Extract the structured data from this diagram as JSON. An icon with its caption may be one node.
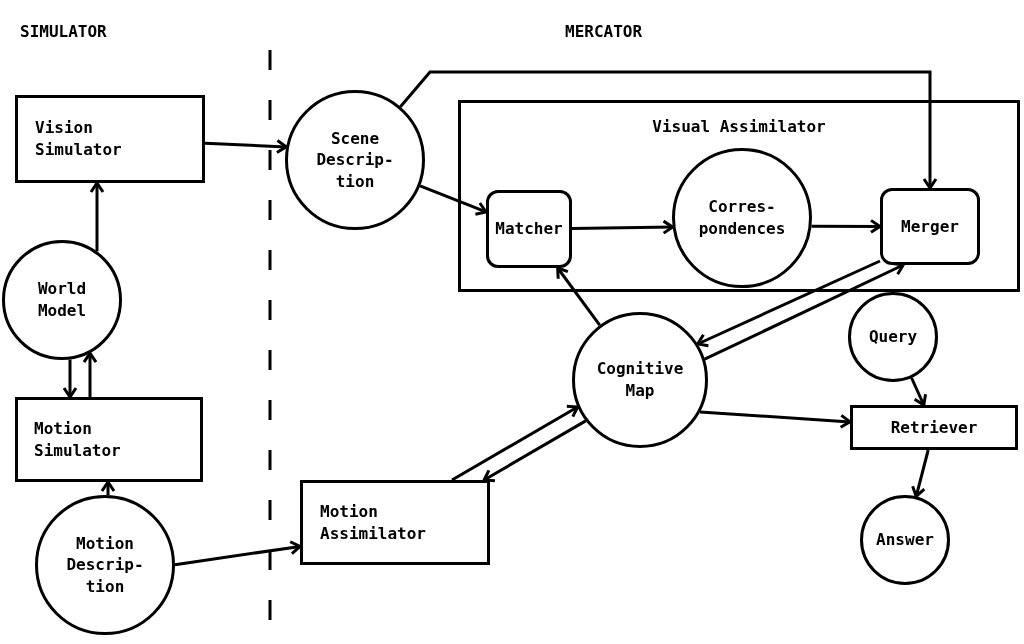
{
  "diagram": {
    "nodes": [
      {
        "text": [
          "Vision Simulator"
        ]
      },
      {
        "text": [
          "Scene Descrip- tion"
        ]
      },
      {
        "text": [
          "Visual Assimilator"
        ]
      },
      {
        "text": [
          "Matcher"
        ],
        "in": 2
      },
      {
        "text": [
          "Corres- pondences"
        ],
        "in": 2
      },
      {
        "text": [
          "Merger"
        ],
        "in": 2
      },
      {
        "text": [
          "World Model"
        ]
      },
      {
        "text": [
          "Query"
        ]
      },
      {
        "text": [
          "Cognitive Map"
        ]
      },
      {
        "text": [
          "Motion Simulator"
        ]
      },
      {
        "text": [
          "Retriever"
        ]
      },
      {
        "text": [
          "Motion Assimilator"
        ]
      },
      {
        "text": [
          "Motion Descrip- tion"
        ]
      },
      {
        "text": [
          "Answer"
        ]
      }
    ],
    "edges": [
      {
        "from": 0,
        "to": 1,
        "arrow": "to"
      },
      {
        "from": 1,
        "to": 5,
        "arrow": "to"
      },
      {
        "from": 1,
        "to": 3,
        "arrow": "to"
      },
      {
        "from": 3,
        "to": 4,
        "arrow": "to"
      },
      {
        "from": 4,
        "to": 5,
        "arrow": "to"
      },
      {
        "from": 6,
        "to": 0,
        "arrow": "to"
      },
      {
        "from": 6,
        "to": 9,
        "arrow": "to"
      },
      {
        "from": 9,
        "to": 6,
        "arrow": "to"
      },
      {
        "from": 12,
        "to": 9,
        "arrow": "to"
      },
      {
        "from": 12,
        "to": 11,
        "arrow": "to"
      },
      {
        "from": 11,
        "to": 8,
        "arrow": "to"
      },
      {
        "from": 8,
        "to": 11,
        "arrow": "to"
      },
      {
        "from": 8,
        "to": 3,
        "arrow": "to"
      },
      {
        "from": 5,
        "to": 8,
        "arrow": "to"
      },
      {
        "from": 8,
        "to": 5,
        "arrow": "to"
      },
      {
        "from": 8,
        "to": 10,
        "arrow": "to"
      },
      {
        "from": 7,
        "to": 10,
        "arrow": "to"
      },
      {
        "from": 10,
        "to": 13,
        "arrow": "to"
      }
    ],
    "labels": [
      "SIMULATOR",
      "MERCATOR"
    ]
  }
}
